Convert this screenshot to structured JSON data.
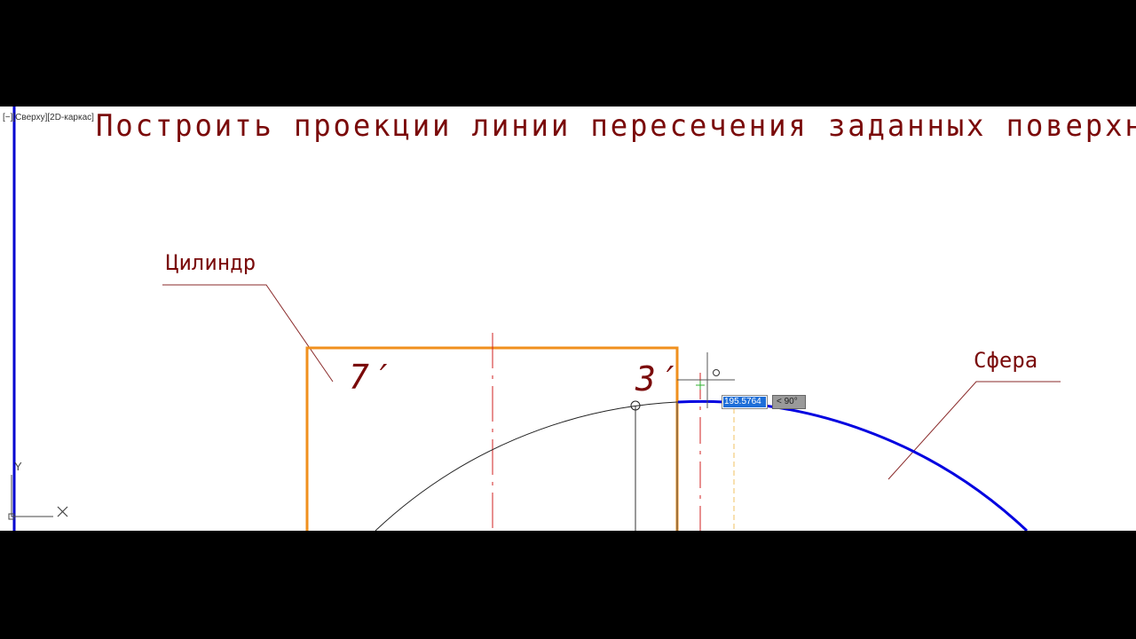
{
  "viewport": {
    "label": "[−][Сверху][2D-каркас]"
  },
  "drawing": {
    "title": "Построить проекции линии пересечения заданных поверхност",
    "cylinder_label": "Цилиндр",
    "sphere_label": "Сфера",
    "point_7": "7′",
    "point_3": "3′"
  },
  "dynamic_input": {
    "length_value": "195.5764",
    "angle_value": "< 90°"
  },
  "ucs": {
    "x_label": "X",
    "y_label": "Y"
  },
  "colors": {
    "text": "#7a0a0a",
    "cylinder": "#f0901e",
    "sphere": "#0000e0",
    "axis": "#0000d0",
    "centerline": "#d02020"
  }
}
